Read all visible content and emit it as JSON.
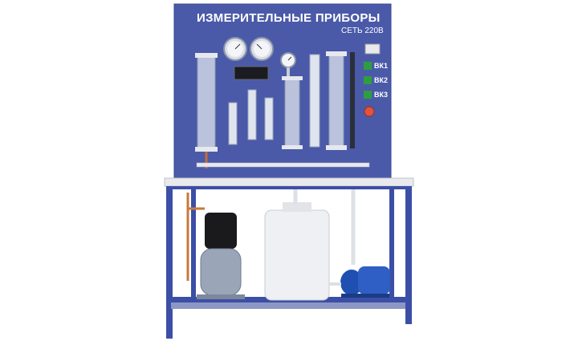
{
  "panel": {
    "title": "ИЗМЕРИТЕЛЬНЫЕ ПРИБОРЫ",
    "network_label": "СЕТЬ 220В"
  },
  "buttons": [
    {
      "label": "ВК1",
      "color": "#2e9e3e"
    },
    {
      "label": "ВК2",
      "color": "#2e9e3e"
    },
    {
      "label": "ВК3",
      "color": "#2e9e3e"
    }
  ],
  "colors": {
    "panel_blue": "#4a5aa8",
    "frame_blue": "#3c4fa6",
    "stop_button": "#e0533f",
    "pump_blue": "#1f4fb0"
  }
}
